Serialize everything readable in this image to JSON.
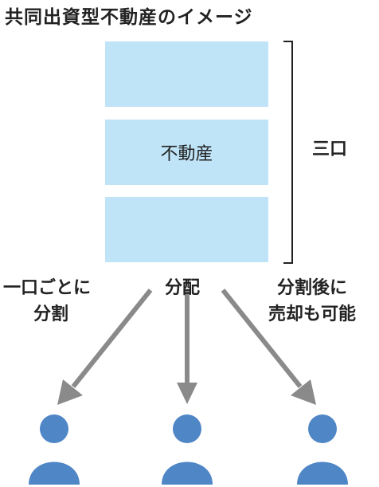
{
  "title": "共同出資型不動産のイメージ",
  "property": {
    "label": "不動産",
    "block_count": 3
  },
  "brace_label": "三口",
  "left_note": {
    "line1": "一口ごとに",
    "line2": "分割"
  },
  "center_note": "分配",
  "right_note": {
    "line1": "分割後に",
    "line2": "売却も可能"
  },
  "investor_count": 3,
  "colors": {
    "block": "#bfe4f8",
    "arrow": "#8a8a8a",
    "person": "#4f86c6",
    "text": "#222222"
  }
}
